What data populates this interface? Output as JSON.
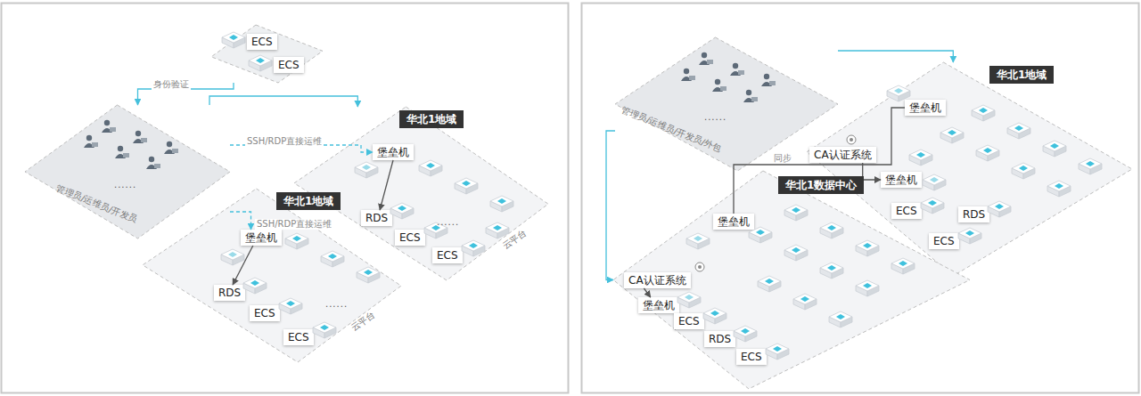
{
  "diagram": {
    "nodes": [
      {
        "text": [
          "ECS",
          "ECS"
        ]
      },
      {
        "text": [
          "管理员/运维员/开发员",
          "......"
        ]
      },
      {
        "text": [
          "华北1地域",
          "......",
          "云平台"
        ]
      },
      {
        "text": [
          "堡垒机"
        ],
        "in": 2
      },
      {
        "text": [
          "RDS"
        ],
        "in": 2
      },
      {
        "text": [
          "ECS"
        ],
        "in": 2
      },
      {
        "text": [
          "ECS"
        ],
        "in": 2
      },
      {
        "text": [
          "华北1地域",
          "......",
          "云平台"
        ]
      },
      {
        "text": [
          "堡垒机"
        ],
        "in": 7
      },
      {
        "text": [
          "RDS"
        ],
        "in": 7
      },
      {
        "text": [
          "ECS"
        ],
        "in": 7
      },
      {
        "text": [
          "ECS"
        ],
        "in": 7
      },
      {
        "text": [
          "管理员/运维员/开发员/外包",
          "......"
        ]
      },
      {
        "text": [
          "华北1地域"
        ]
      },
      {
        "text": [
          "堡垒机"
        ],
        "in": 13
      },
      {
        "text": [
          "CA认证系统"
        ],
        "in": 13
      },
      {
        "text": [
          "堡垒机"
        ],
        "in": 13
      },
      {
        "text": [
          "ECS"
        ],
        "in": 13
      },
      {
        "text": [
          "RDS"
        ],
        "in": 13
      },
      {
        "text": [
          "ECS"
        ],
        "in": 13
      },
      {
        "text": [
          "华北1数据中心"
        ]
      },
      {
        "text": [
          "堡垒机"
        ],
        "in": 20
      },
      {
        "text": [
          "CA认证系统"
        ],
        "in": 20
      },
      {
        "text": [
          "堡垒机"
        ],
        "in": 20
      },
      {
        "text": [
          "ECS"
        ],
        "in": 20
      },
      {
        "text": [
          "RDS"
        ],
        "in": 20
      },
      {
        "text": [
          "ECS"
        ],
        "in": 20
      }
    ],
    "edges": [
      {
        "from": 0,
        "to": 1,
        "label": "身份验证",
        "arrow": "to"
      },
      {
        "from": 1,
        "to": 3,
        "label": "SSH/RDP直接运维",
        "arrow": "to"
      },
      {
        "from": 1,
        "to": 8,
        "label": "SSH/RDP直接运维",
        "arrow": "to"
      },
      {
        "from": 1,
        "to": 2,
        "arrow": "to"
      },
      {
        "from": 3,
        "to": 4,
        "arrow": "to"
      },
      {
        "from": 8,
        "to": 9,
        "arrow": "to"
      },
      {
        "from": 12,
        "to": 13,
        "arrow": "to"
      },
      {
        "from": 12,
        "to": 20,
        "arrow": "to"
      },
      {
        "from": 14,
        "to": 21,
        "label": "同步",
        "arrow": "none"
      },
      {
        "from": 15,
        "to": 16,
        "arrow": "to"
      },
      {
        "from": 22,
        "to": 23,
        "arrow": "to"
      }
    ]
  }
}
